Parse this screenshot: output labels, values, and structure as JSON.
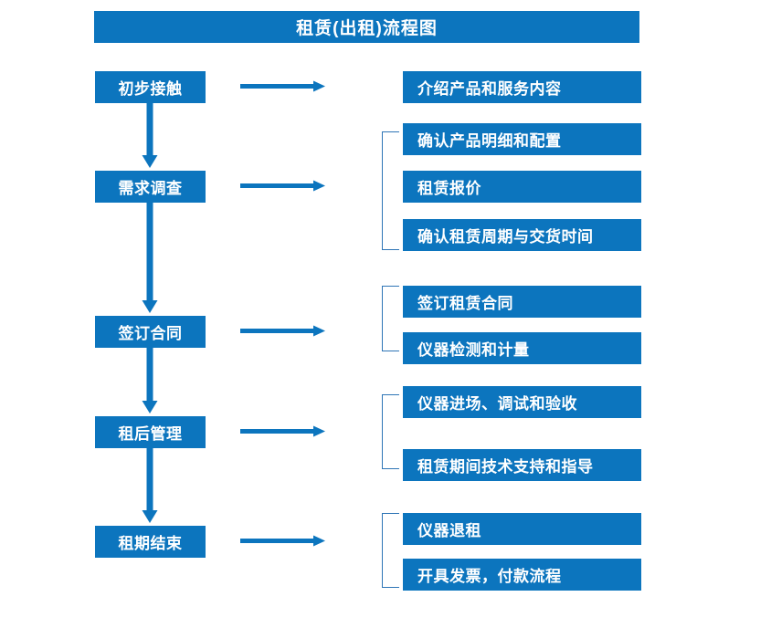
{
  "diagram": {
    "title": "租赁(出租)流程图",
    "colors": {
      "box_fill": "#0c75be",
      "box_text": "#ffffff",
      "arrow": "#0c75be",
      "bracket": "#2e75b6",
      "background": "#ffffff"
    },
    "stages": [
      {
        "label": "初步接触"
      },
      {
        "label": "需求调查"
      },
      {
        "label": "签订合同"
      },
      {
        "label": "租后管理"
      },
      {
        "label": "租期结束"
      }
    ],
    "tasks": [
      {
        "label": "介绍产品和服务内容"
      },
      {
        "label": "确认产品明细和配置"
      },
      {
        "label": "租赁报价"
      },
      {
        "label": "确认租赁周期与交货时间"
      },
      {
        "label": "签订租赁合同"
      },
      {
        "label": "仪器检测和计量"
      },
      {
        "label": "仪器进场、调试和验收"
      },
      {
        "label": "租赁期间技术支持和指导"
      },
      {
        "label": "仪器退租"
      },
      {
        "label": "开具发票，付款流程"
      }
    ]
  }
}
